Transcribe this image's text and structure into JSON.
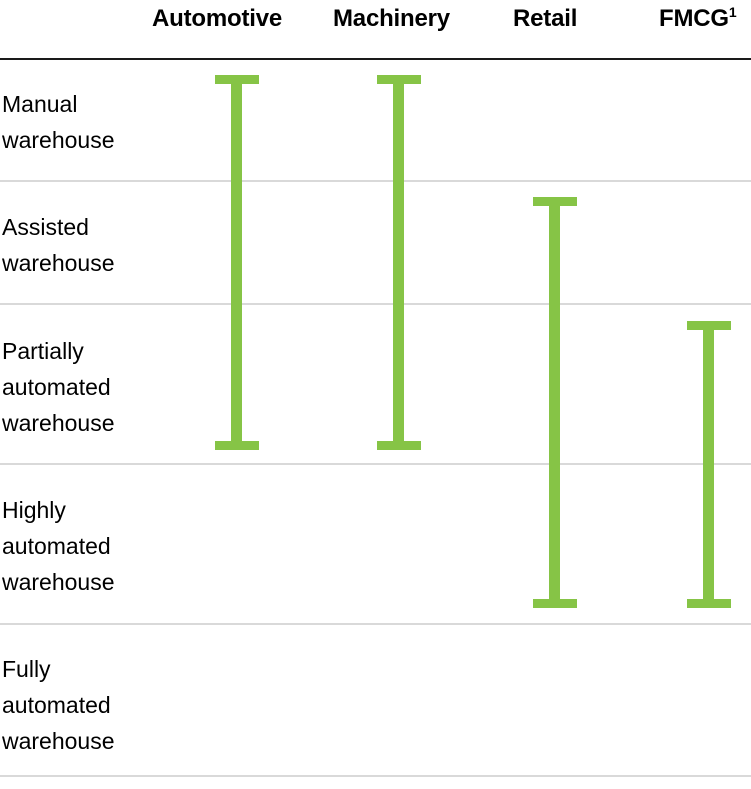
{
  "chart_data": {
    "type": "range-bar",
    "title": "",
    "xlabel": "",
    "ylabel": "",
    "orientation": "vertical-span",
    "grid": true,
    "legend_position": "none",
    "accent_color": "#86C446",
    "rule_color": "#1a1a1a",
    "separator_color": "#d9d9d9",
    "categories": [
      "Automotive",
      "Machinery",
      "Retail",
      "FMCG¹"
    ],
    "levels": [
      "Manual warehouse",
      "Assisted warehouse",
      "Partially automated warehouse",
      "Highly automated warehouse",
      "Fully automated warehouse"
    ],
    "series": [
      {
        "name": "Automotive",
        "range_from_level": "Manual warehouse",
        "range_to_level": "Partially automated warehouse",
        "span_levels": [
          "Manual warehouse",
          "Assisted warehouse",
          "Partially automated warehouse"
        ]
      },
      {
        "name": "Machinery",
        "range_from_level": "Manual warehouse",
        "range_to_level": "Partially automated warehouse",
        "span_levels": [
          "Manual warehouse",
          "Assisted warehouse",
          "Partially automated warehouse"
        ]
      },
      {
        "name": "Retail",
        "range_from_level": "Assisted warehouse",
        "range_to_level": "Highly automated warehouse",
        "span_levels": [
          "Assisted warehouse",
          "Partially automated warehouse",
          "Highly automated warehouse"
        ]
      },
      {
        "name": "FMCG¹",
        "range_from_level": "Partially automated warehouse",
        "range_to_level": "Highly automated warehouse",
        "span_levels": [
          "Partially automated warehouse",
          "Highly automated warehouse"
        ]
      }
    ]
  },
  "header": {
    "columns": [
      {
        "label": "Automotive",
        "superscript": ""
      },
      {
        "label": "Machinery",
        "superscript": ""
      },
      {
        "label": "Retail",
        "superscript": ""
      },
      {
        "label": "FMCG",
        "superscript": "1"
      }
    ]
  },
  "rows": [
    {
      "label_line1": "Manual",
      "label_line2": "warehouse",
      "label_line3": ""
    },
    {
      "label_line1": "Assisted",
      "label_line2": "warehouse",
      "label_line3": ""
    },
    {
      "label_line1": "Partially",
      "label_line2": "automated",
      "label_line3": "warehouse"
    },
    {
      "label_line1": "Highly",
      "label_line2": "automated",
      "label_line3": "warehouse"
    },
    {
      "label_line1": "Fully",
      "label_line2": "automated",
      "label_line3": "warehouse"
    }
  ]
}
